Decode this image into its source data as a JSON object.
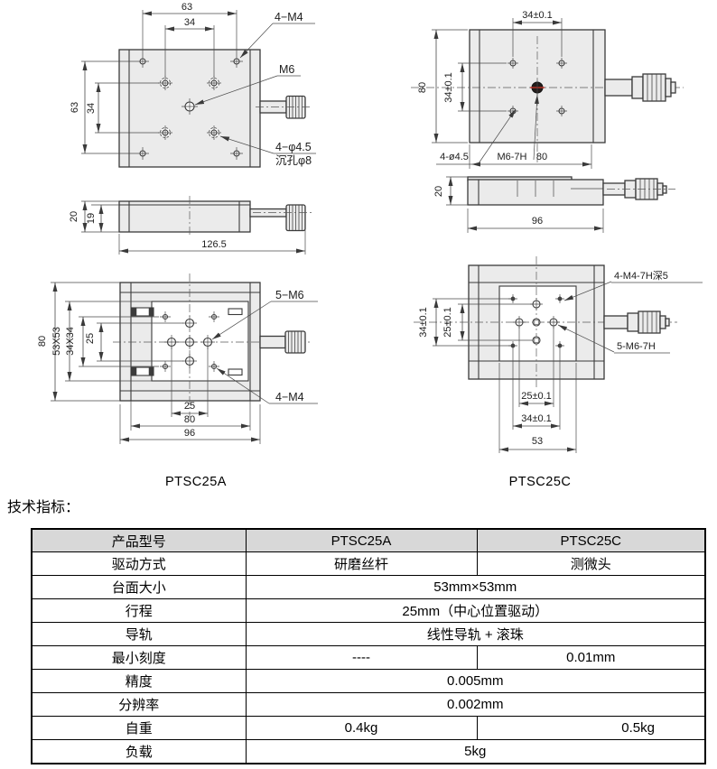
{
  "page": {
    "heading": "技术指标："
  },
  "drawings": {
    "a": {
      "caption": "PTSC25A",
      "top": {
        "dim_w_outer": "63",
        "dim_w_inner": "34",
        "dim_h_outer": "63",
        "dim_h_inner": "34",
        "lbl_corner": "4−M4",
        "lbl_center": "M6",
        "lbl_cbore1": "4−φ4.5",
        "lbl_cbore2": "沉孔φ8"
      },
      "side": {
        "dim_h1": "20",
        "dim_h2": "19",
        "dim_len": "126.5"
      },
      "bottom": {
        "dim_h": "80",
        "dim_plate": "53X53",
        "dim_holes": "34X34",
        "dim_pitch_v": "25",
        "dim_pitch_b": "25",
        "dim_mid_b": "80",
        "dim_outer_b": "96",
        "lbl_m6": "5−M6",
        "lbl_m4": "4−M4"
      }
    },
    "c": {
      "caption": "PTSC25C",
      "top": {
        "dim_top": "34±0.1",
        "dim_left": "80",
        "dim_left_inner": "34±0.1",
        "dim_bottom": "80",
        "lbl_holes": "4-ø4.5",
        "lbl_center": "M6-7H"
      },
      "side": {
        "dim_h": "20",
        "dim_len": "96"
      },
      "bottom": {
        "dim_left_outer": "34±0.1",
        "dim_left_inner": "25±0.1",
        "dim_b1": "25±0.1",
        "dim_b2": "34±0.1",
        "dim_b3": "53",
        "lbl_m4": "4-M4-7H深5",
        "lbl_m6": "5-M6-7H"
      }
    }
  },
  "table": {
    "header": [
      "产品型号",
      "PTSC25A",
      "PTSC25C"
    ],
    "rows": [
      {
        "label": "驱动方式",
        "a": "研磨丝杆",
        "c": "测微头"
      },
      {
        "label": "台面大小",
        "span": "53mm×53mm"
      },
      {
        "label": "行程",
        "span": "25mm（中心位置驱动）"
      },
      {
        "label": "导轨",
        "span": "线性导轨 + 滚珠"
      },
      {
        "label": "最小刻度",
        "a": "----",
        "c": "0.01mm"
      },
      {
        "label": "精度",
        "span": "0.005mm"
      },
      {
        "label": "分辨率",
        "span": "0.002mm"
      },
      {
        "label": "自重",
        "a": "0.4kg",
        "c": "0.5kg"
      },
      {
        "label": "负载",
        "span": "5kg"
      }
    ]
  }
}
